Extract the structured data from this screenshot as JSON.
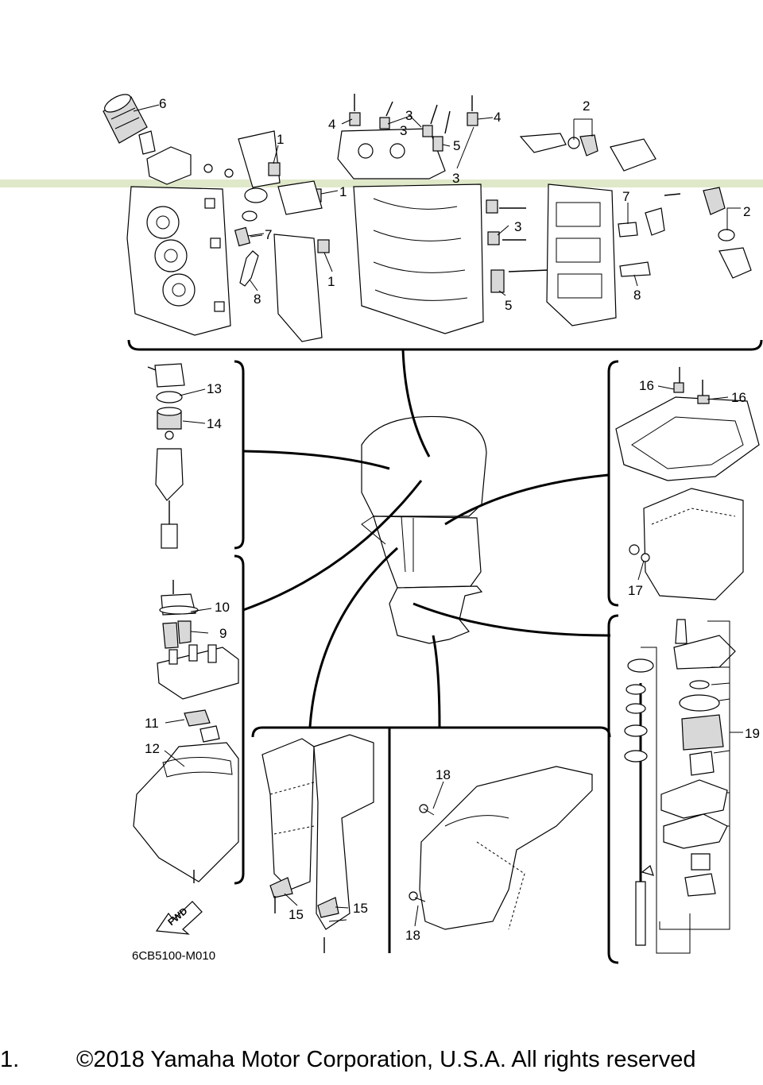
{
  "diagram_code": "6CB5100-M010",
  "fwd_label": "FWD",
  "footer": {
    "lead": "1.",
    "copyright": "©2018 Yamaha Motor Corporation, U.S.A. All rights reserved"
  },
  "callouts": {
    "c1": "1",
    "c2": "2",
    "c3": "3",
    "c4": "4",
    "c5": "5",
    "c6": "6",
    "c7": "7",
    "c8": "8",
    "c9": "9",
    "c10": "10",
    "c11": "11",
    "c12": "12",
    "c13": "13",
    "c14": "14",
    "c15": "15",
    "c16": "16",
    "c17": "17",
    "c18": "18",
    "c19": "19"
  }
}
